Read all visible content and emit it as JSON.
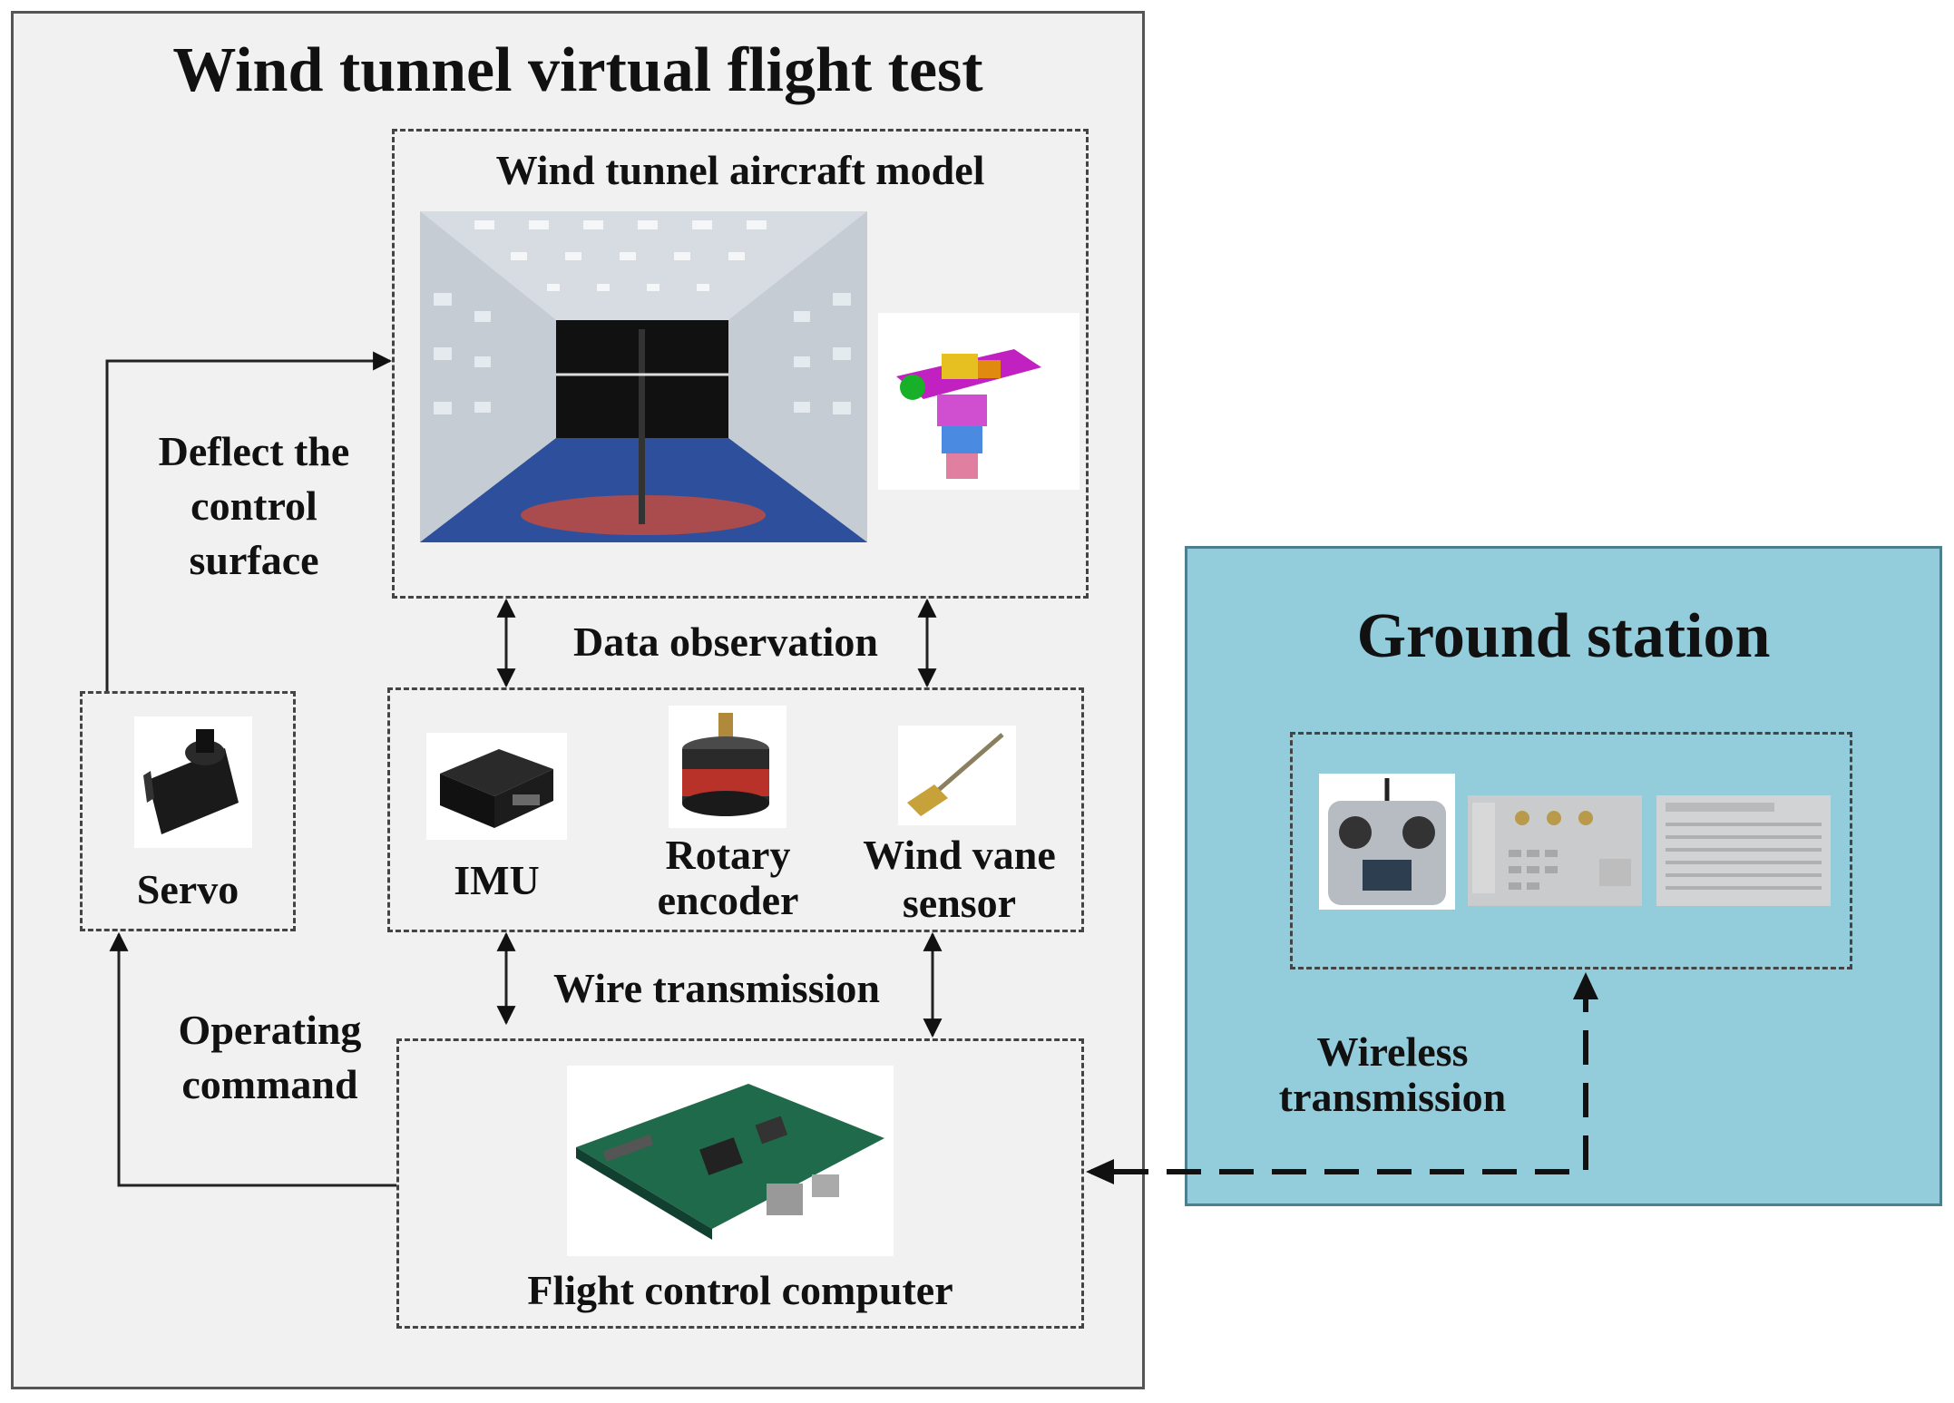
{
  "main_panel": {
    "title": "Wind tunnel virtual flight test"
  },
  "aircraft_model": {
    "label": "Wind tunnel aircraft model"
  },
  "edges": {
    "deflect": [
      "Deflect the",
      "control",
      "surface"
    ],
    "data_observation": "Data observation",
    "wire_transmission": "Wire transmission",
    "operating_command": [
      "Operating",
      "command"
    ],
    "wireless_transmission": [
      "Wireless",
      "transmission"
    ]
  },
  "servo": {
    "label": "Servo"
  },
  "sensors": {
    "imu": "IMU",
    "rotary_encoder": [
      "Rotary",
      "encoder"
    ],
    "wind_vane": [
      "Wind vane",
      "sensor"
    ]
  },
  "flight_computer": {
    "label": "Flight control computer"
  },
  "ground_station": {
    "title": "Ground station"
  },
  "colors": {
    "main_panel_bg": "#f1f1f1",
    "ground_panel_bg": "#93cddc",
    "ground_border": "#4d7f90"
  }
}
